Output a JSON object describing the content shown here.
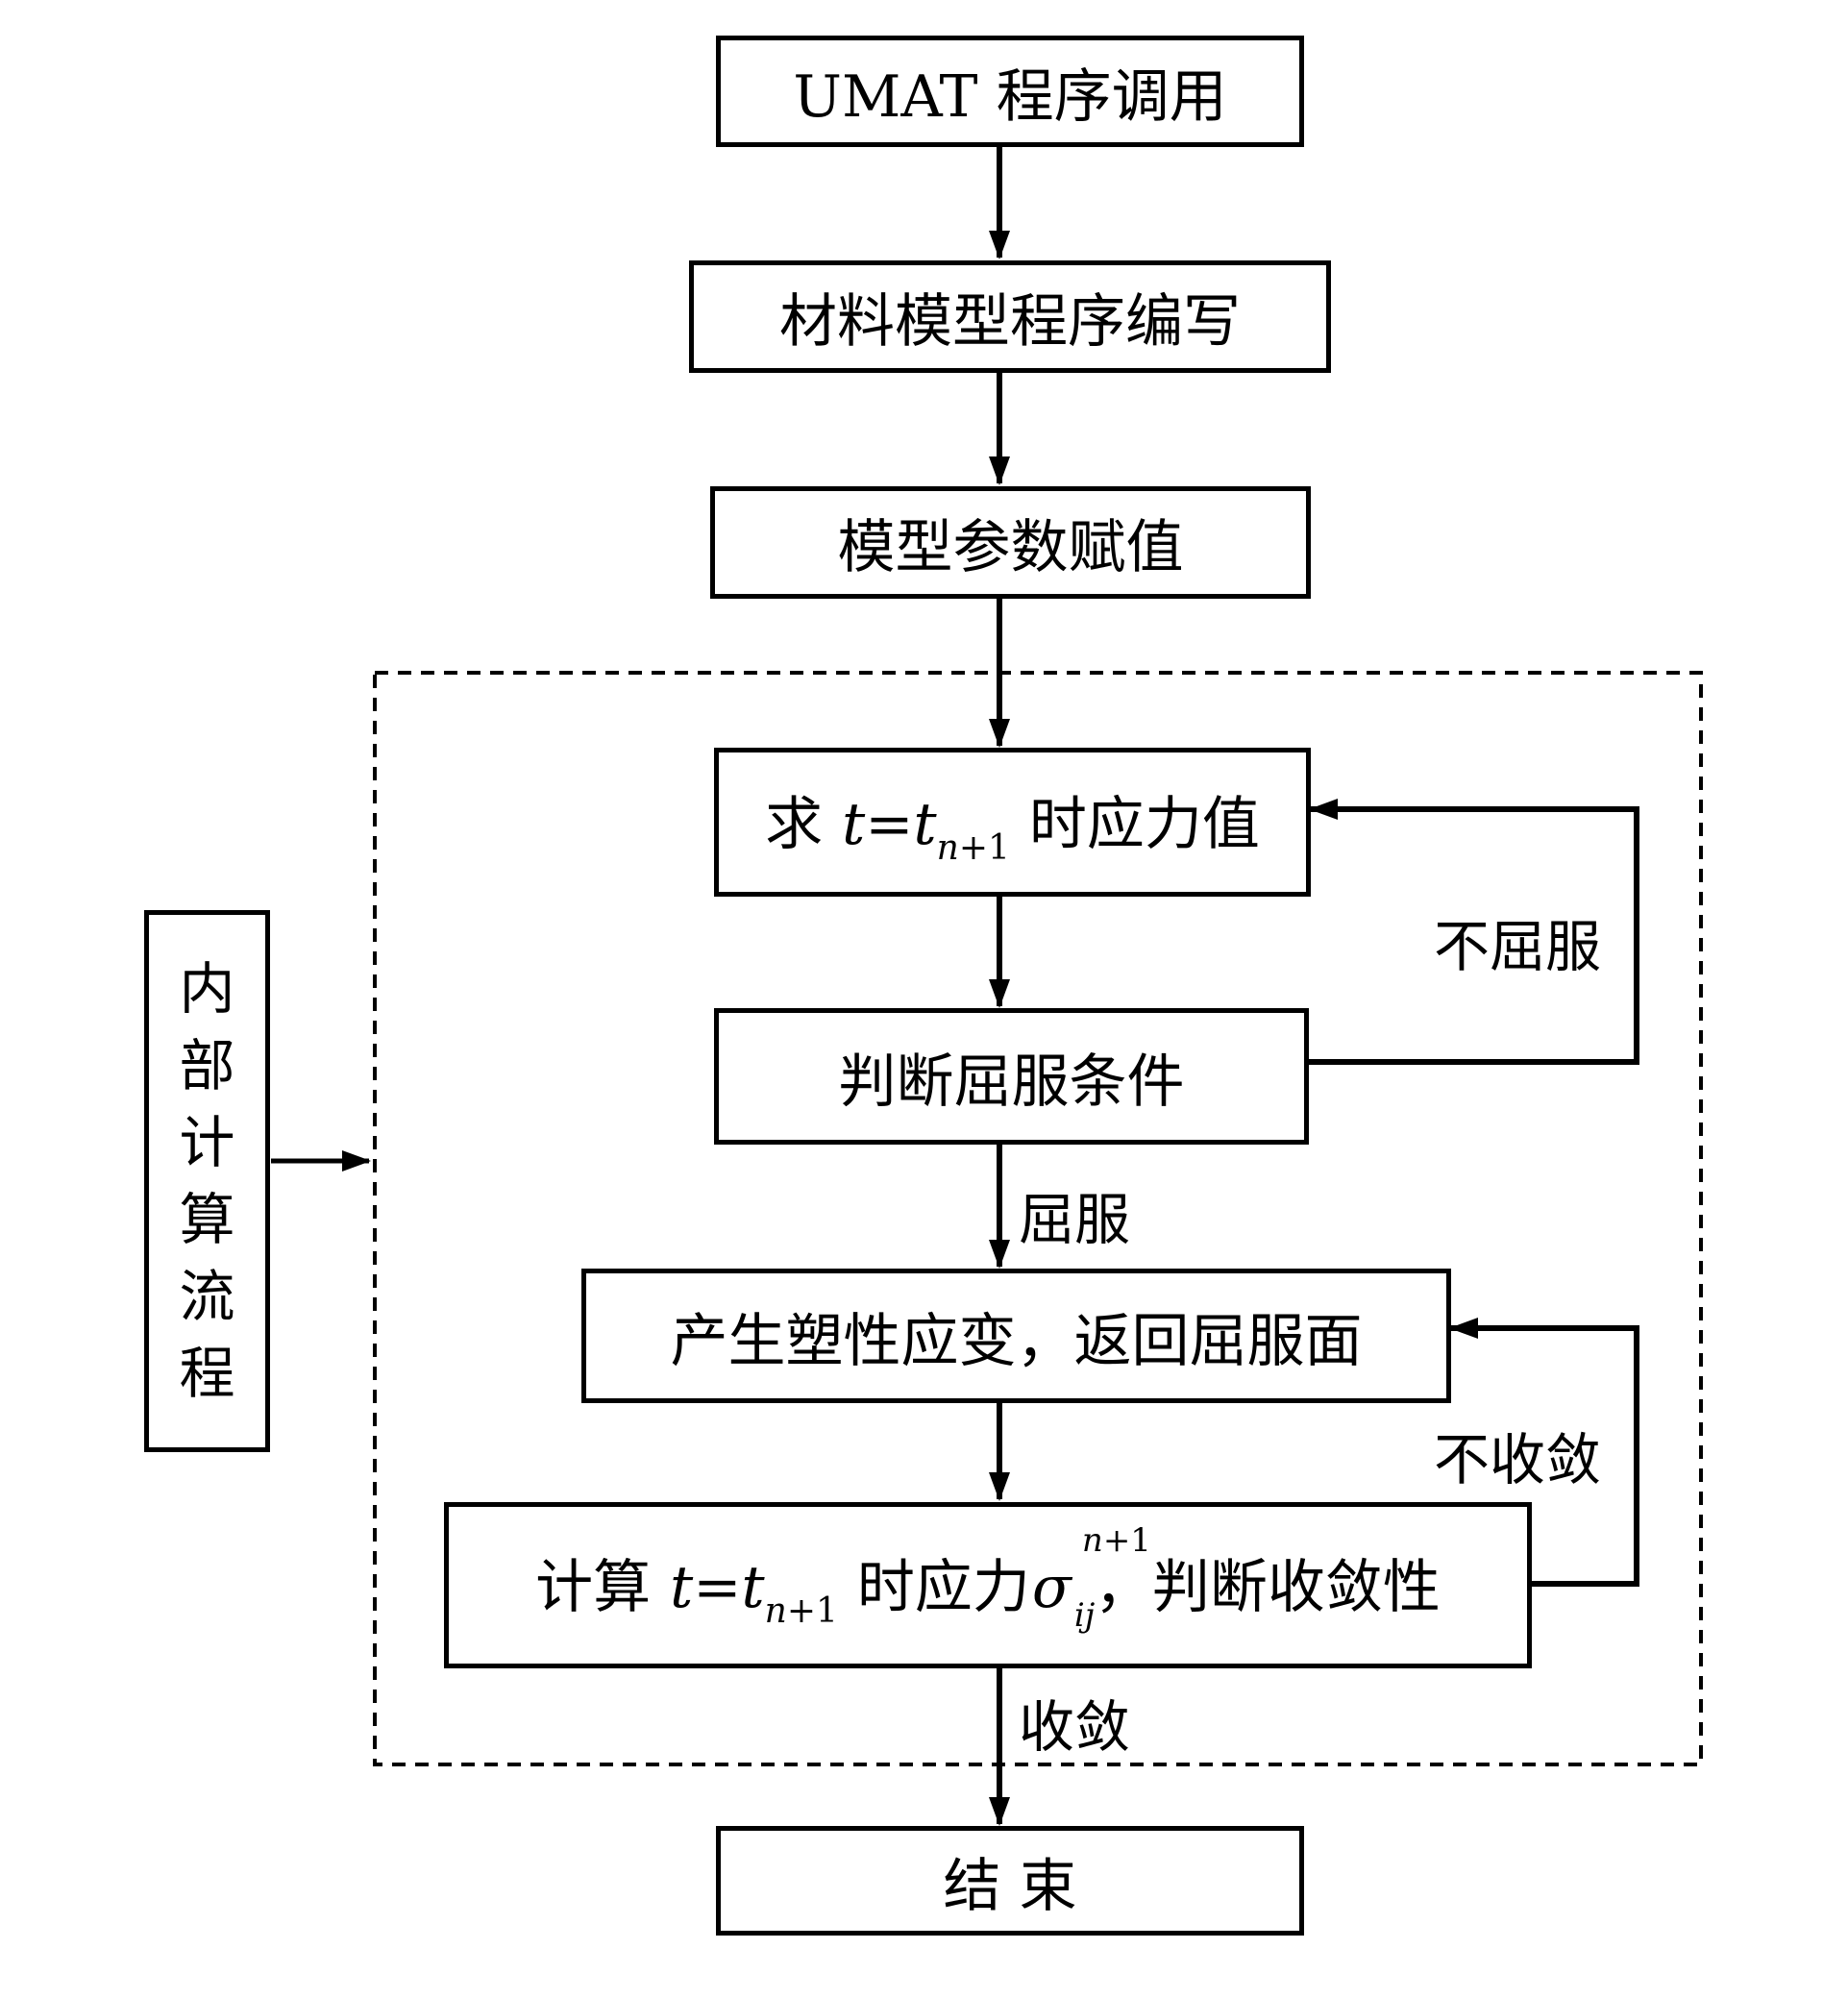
{
  "nodes": {
    "umat": "UMAT 程序调用",
    "material": "材料模型程序编写",
    "params": "模型参数赋值",
    "stress": {
      "prefix": "求",
      "t": "t",
      "eq": "=",
      "tn": "t",
      "sub_n": "n",
      "sub_op": "+",
      "sub_1": "1",
      "suffix": "时应力值"
    },
    "yield_check": "判断屈服条件",
    "plastic": "产生塑性应变，返回屈服面",
    "compute": {
      "prefix": "计算",
      "t": "t",
      "eq": "=",
      "tn": "t",
      "sub_n": "n",
      "sub_op": "+",
      "sub_1": "1",
      "mid": "时应力",
      "sigma": "σ",
      "sup_n": "n",
      "sup_rest": "+1",
      "sub_ij": "ij",
      "suffix": "，判断收敛性"
    },
    "end": "结 束",
    "internal_chars": [
      "内",
      "部",
      "计",
      "算",
      "流",
      "程"
    ]
  },
  "edge_labels": {
    "no_yield": "不屈服",
    "yield": "屈服",
    "not_converge": "不收敛",
    "converge": "收敛"
  },
  "style": {
    "line_color": "#000000",
    "background": "#ffffff"
  }
}
